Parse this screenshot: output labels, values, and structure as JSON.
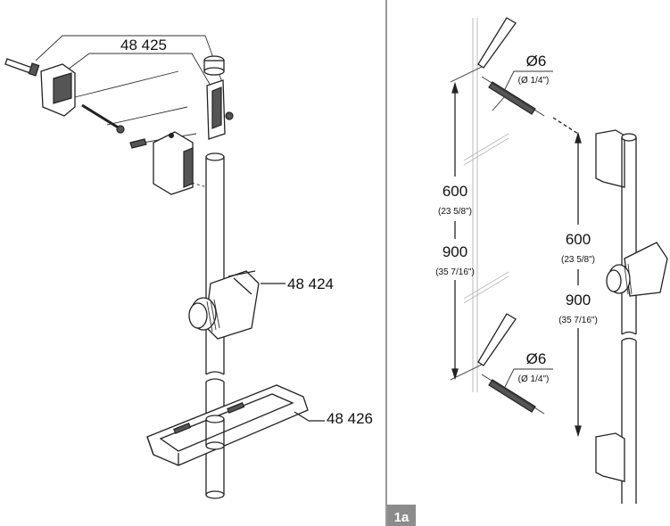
{
  "left_panel": {
    "labels": {
      "wall_bracket_set": "48 425",
      "hand_shower_holder": "48 424",
      "shelf": "48 426"
    }
  },
  "right_panel": {
    "drill_top": {
      "diameter": "Ø6",
      "diameter_inch": "(Ø 1/4\")"
    },
    "drill_bottom": {
      "diameter": "Ø6",
      "diameter_inch": "(Ø 1/4\")"
    },
    "left_dims": {
      "min": "600",
      "min_inch": "(23 5/8\")",
      "max": "900",
      "max_inch": "(35 7/16\")"
    },
    "right_dims": {
      "min": "600",
      "min_inch": "(23 5/8\")",
      "max": "900",
      "max_inch": "(35 7/16\")"
    },
    "figure_label": "1a"
  },
  "colors": {
    "divider": "#9a9a9a",
    "figure_label_bg": "#8c8c8c"
  }
}
